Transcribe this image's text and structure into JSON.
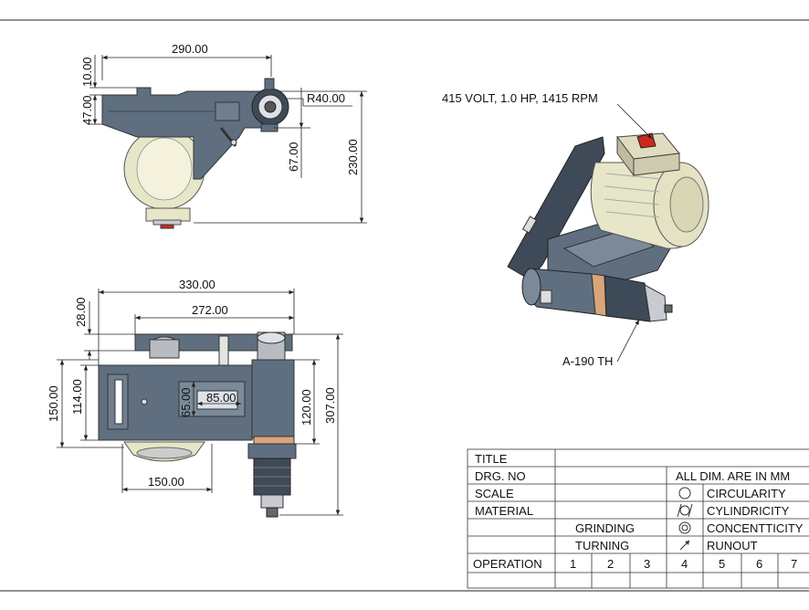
{
  "views": {
    "top": {
      "dims": {
        "width": "290.00",
        "d10": "10.00",
        "d47": "47.00",
        "d67": "67.00",
        "d230": "230.00",
        "radius": "R40.00"
      }
    },
    "front": {
      "dims": {
        "d330": "330.00",
        "d272": "272.00",
        "d28": "28.00",
        "d150v": "150.00",
        "d114": "114.00",
        "d65": "65.00",
        "d85": "85.00",
        "d120": "120.00",
        "d307": "307.00",
        "d150h": "150.00"
      }
    },
    "iso": {
      "motor_note": "415 VOLT, 1.0 HP, 1415 RPM",
      "chuck_note": "A-190 TH"
    }
  },
  "title_block": {
    "title_label": "TITLE",
    "drg_label": "DRG. NO",
    "scale_label": "SCALE",
    "material_label": "MATERIAL",
    "grinding": "GRINDING",
    "turning": "TURNING",
    "operation_label": "OPERATION",
    "all_dim": "ALL DIM. ARE IN MM",
    "circularity": "CIRCULARITY",
    "cylindricity": "CYLINDRICITY",
    "concentricity": "CONCENTTICITY",
    "runout": "RUNOUT",
    "op_numbers": [
      "1",
      "2",
      "3",
      "4",
      "5",
      "6",
      "7"
    ]
  },
  "colors": {
    "steel_blue": "#5f6f80",
    "steel_dark": "#3e4a57",
    "motor_cream": "#e8e6c8",
    "copper": "#d9a57a",
    "switch_red": "#cc2a1f"
  }
}
